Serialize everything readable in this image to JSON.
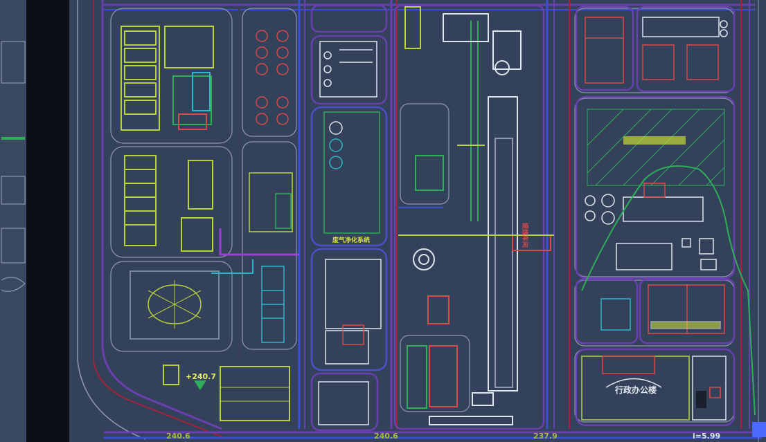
{
  "drawing": {
    "labels": {
      "office": "行政办公楼",
      "elevation_main": "+240.7",
      "bottom_left": "240.6",
      "bottom_mid": "240.6",
      "bottom_right": "237.9",
      "bottom_far_right": "i=5.99",
      "blue_block": "废气净化系统",
      "red_block": "提炼车间"
    },
    "colors": {
      "background": "#34415a",
      "road_purple": "#6a3fb0",
      "road_blue": "#3b4fd0",
      "road_red": "#a3243a",
      "boundary_gray": "#8f9ab0",
      "yellow_green": "#b9d43a",
      "green": "#2fae5a"
    },
    "icons": [
      "compass-icon",
      "tank-icon",
      "building-icon",
      "gear-icon"
    ]
  }
}
